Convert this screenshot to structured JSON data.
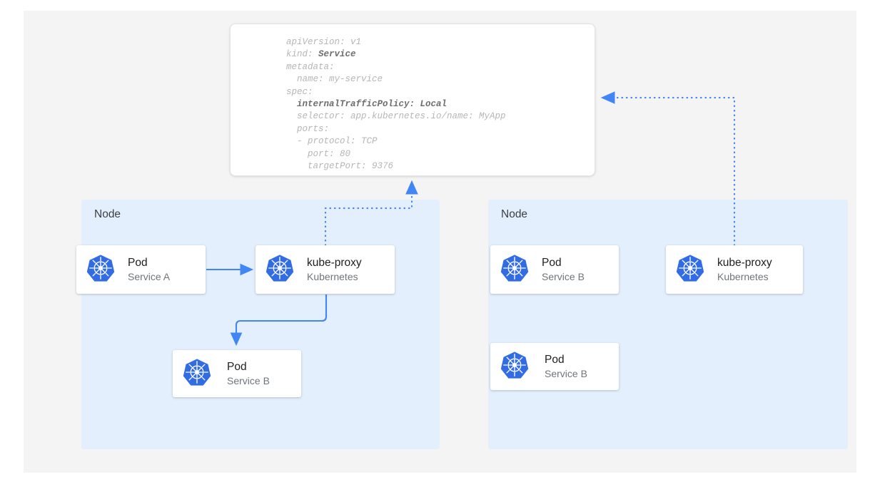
{
  "canvas": {
    "background": "#f4f4f4",
    "accent_blue": "#4285f4",
    "node_fill": "#e3effc",
    "card_fill": "#ffffff"
  },
  "yaml": {
    "title": "service-manifest",
    "lines": [
      {
        "text": "apiVersion: v1",
        "bold": false
      },
      {
        "text": "kind: ",
        "bold_part": "Service"
      },
      {
        "text": "metadata:",
        "bold": false
      },
      {
        "text": "  name: my-service",
        "bold": false
      },
      {
        "text": "spec:",
        "bold": false
      },
      {
        "text": "  internalTrafficPolicy: Local",
        "bold": true
      },
      {
        "text": "  selector: app.kubernetes.io/name: MyApp",
        "bold": false
      },
      {
        "text": "  ports:",
        "bold": false
      },
      {
        "text": "  - protocol: TCP",
        "bold": false
      },
      {
        "text": "    port: 80",
        "bold": false
      },
      {
        "text": "    targetPort: 9376",
        "bold": false
      }
    ],
    "plain": {
      "l1": "apiVersion: v1",
      "l2_prefix": "kind: ",
      "l2_bold": "Service",
      "l3": "metadata:",
      "l4": "  name: my-service",
      "l5": "spec:",
      "l6_bold": "  internalTrafficPolicy: Local",
      "l7": "  selector: app.kubernetes.io/name: MyApp",
      "l8": "  ports:",
      "l9": "  - protocol: TCP",
      "l10": "    port: 80",
      "l11": "    targetPort: 9376"
    }
  },
  "nodes": [
    {
      "label": "Node",
      "side": "left"
    },
    {
      "label": "Node",
      "side": "right"
    }
  ],
  "cards": {
    "pod_a": {
      "title": "Pod",
      "subtitle": "Service A",
      "icon": "kubernetes-icon"
    },
    "kube_proxy_left": {
      "title": "kube-proxy",
      "subtitle": "Kubernetes",
      "icon": "kubernetes-icon"
    },
    "pod_b_left": {
      "title": "Pod",
      "subtitle": "Service B",
      "icon": "kubernetes-icon"
    },
    "pod_b_right_top": {
      "title": "Pod",
      "subtitle": "Service B",
      "icon": "kubernetes-icon"
    },
    "kube_proxy_right": {
      "title": "kube-proxy",
      "subtitle": "Kubernetes",
      "icon": "kubernetes-icon"
    },
    "pod_b_right_bottom": {
      "title": "Pod",
      "subtitle": "Service B",
      "icon": "kubernetes-icon"
    }
  },
  "connectors": [
    {
      "name": "pod-a-to-kube-proxy",
      "style": "solid",
      "from": "pod_a",
      "to": "kube_proxy_left"
    },
    {
      "name": "kube-proxy-to-pod-b",
      "style": "solid",
      "from": "kube_proxy_left",
      "to": "pod_b_left"
    },
    {
      "name": "kube-proxy-left-to-manifest",
      "style": "dotted",
      "from": "kube_proxy_left",
      "to": "yaml"
    },
    {
      "name": "kube-proxy-right-to-manifest",
      "style": "dotted",
      "from": "kube_proxy_right",
      "to": "yaml"
    }
  ]
}
